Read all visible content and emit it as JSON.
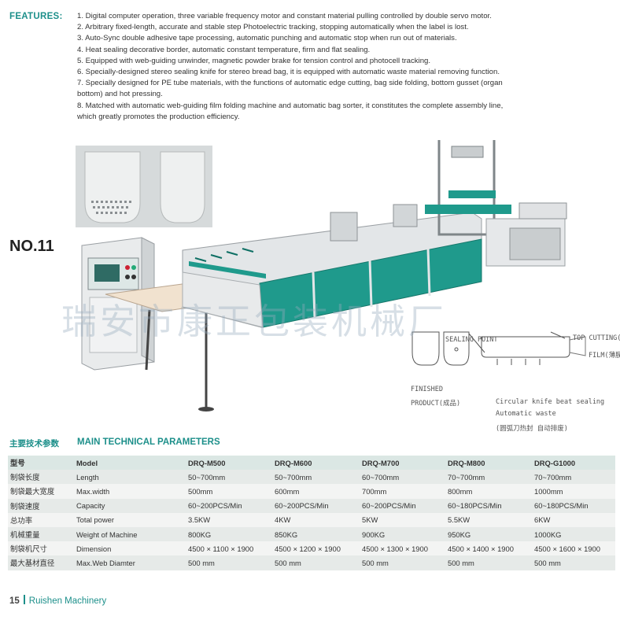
{
  "features": {
    "label": "FEATURES:",
    "items": [
      "1. Digital computer operation, three variable frequency motor and constant material pulling controlled by double servo motor.",
      "2. Arbitrary fixed-length, accurate and stable step Photoelectric tracking, stopping automatically when the label is lost.",
      "3. Auto-Sync double adhesive tape processing, automatic punching and automatic stop when run out of materials.",
      "4. Heat sealing decorative border, automatic constant temperature, firm and flat sealing.",
      "5. Equipped with web-guiding unwinder, magnetic powder brake for tension control and photocell tracking.",
      "6. Specially-designed stereo sealing knife for stereo bread bag, it is equipped with automatic waste material removing function.",
      "7. Specially designed for PE tube materials, with the functions of automatic edge cutting, bag side folding, bottom gusset (organ",
      "bottom) and hot pressing.",
      "8. Matched with automatic web-guiding film folding machine and automatic bag sorter, it constitutes the complete assembly line,",
      "which greatly promotes the production efficiency."
    ]
  },
  "illustration": {
    "model_tag": "NO.11",
    "watermark": "瑞安市康正包装机械厂",
    "captions": {
      "sealing_point": "SEALING POINT",
      "top_cutting": "TOP CUTTING(截口)",
      "film": "FILM(薄膜)",
      "finished": "FINISHED",
      "product": "PRODUCT(成品)",
      "knife_line1": "Circular knife beat sealing",
      "knife_line2": "Automatic waste",
      "knife_line3": "(圆弧刀热封  自动排废)"
    }
  },
  "params": {
    "title_cn": "主要技术参数",
    "title_en": "MAIN TECHNICAL PARAMETERS",
    "header": [
      "型号",
      "Model",
      "DRQ-M500",
      "DRQ-M600",
      "DRQ-M700",
      "DRQ-M800",
      "DRQ-G1000"
    ],
    "rows": [
      [
        "制袋长度",
        "Length",
        "50~700mm",
        "50~700mm",
        "60~700mm",
        "70~700mm",
        "70~700mm"
      ],
      [
        "制袋最大宽度",
        "Max.width",
        "500mm",
        "600mm",
        "700mm",
        "800mm",
        "1000mm"
      ],
      [
        "制袋速度",
        "Capacity",
        "60~200PCS/Min",
        "60~200PCS/Min",
        "60~200PCS/Min",
        "60~180PCS/Min",
        "60~180PCS/Min"
      ],
      [
        "总功率",
        "Total power",
        "3.5KW",
        "4KW",
        "5KW",
        "5.5KW",
        "6KW"
      ],
      [
        "机械重量",
        "Weight of Machine",
        "800KG",
        "850KG",
        "900KG",
        "950KG",
        "1000KG"
      ],
      [
        "制袋机尺寸",
        "Dimension",
        "4500 × 1100 × 1900",
        "4500 × 1200 × 1900",
        "4500 × 1300 × 1900",
        "4500 × 1400 × 1900",
        "4500 × 1600 × 1900"
      ],
      [
        "最大基材直径",
        "Max.Web Diamter",
        "500 mm",
        "500 mm",
        "500 mm",
        "500 mm",
        "500 mm"
      ]
    ]
  },
  "footer": {
    "page": "15",
    "brand": "Ruishen Machinery"
  },
  "colors": {
    "accent": "#1c8f8a",
    "machine_green": "#1f9a8c"
  }
}
